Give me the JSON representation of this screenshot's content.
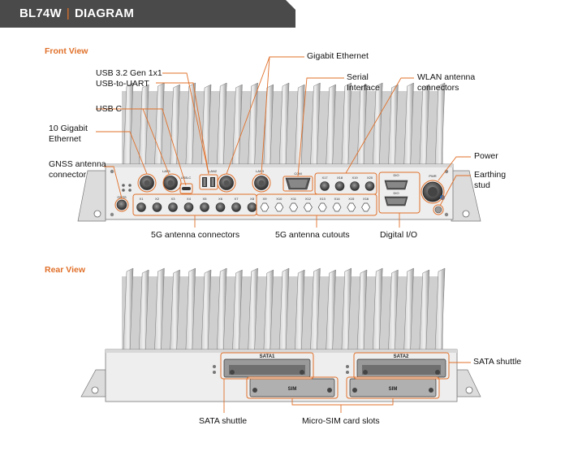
{
  "header": {
    "model": "BL74W",
    "separator": "|",
    "title": "DIAGRAM"
  },
  "front_view": {
    "label": "Front View",
    "callouts": {
      "usb32": "USB 3.2 Gen 1x1",
      "usb_uart": "USB-to-UART",
      "usbc": "USB C",
      "gige10_l1": "10 Gigabit",
      "gige10_l2": "Ethernet",
      "gnss_l1": "GNSS antenna",
      "gnss_l2": "connector",
      "gige": "Gigabit Ethernet",
      "serial_l1": "Serial",
      "serial_l2": "Interface",
      "wlan_l1": "WLAN antenna",
      "wlan_l2": "connectors",
      "power": "Power",
      "earth_l1": "Earthing",
      "earth_l2": "stud",
      "fiveg": "5G antenna connectors",
      "fiveg_cut": "5G antenna cutouts",
      "dio": "Digital I/O"
    },
    "panel_labels": {
      "gnss": "GNSS",
      "x_top": [
        "X1",
        "X2",
        "X3",
        "X4",
        "X5",
        "X6",
        "X7",
        "X8"
      ],
      "x_cut": [
        "X9",
        "X10",
        "X11",
        "X12",
        "X13",
        "X14",
        "X15",
        "X16"
      ],
      "wlan": [
        "X17",
        "X18",
        "X19",
        "X20"
      ],
      "lan": [
        "LAN1",
        "LAN2",
        "LAN3"
      ],
      "usb_c": "USB-C",
      "com": "COM",
      "dio_top": "DIO",
      "dio_bottom": "DIO",
      "pwr": "PWR"
    }
  },
  "rear_view": {
    "label": "Rear View",
    "slots": {
      "sata1": "SATA1",
      "sata2": "SATA2",
      "sim1": "SIM",
      "sim2": "SIM"
    },
    "callouts": {
      "sata_right": "SATA shuttle",
      "sata_bottom": "SATA shuttle",
      "microsim": "Micro-SIM card slots"
    }
  },
  "colors": {
    "accent": "#e0702a",
    "header_bg": "#4a4a4a",
    "leader": "#e0702a"
  }
}
